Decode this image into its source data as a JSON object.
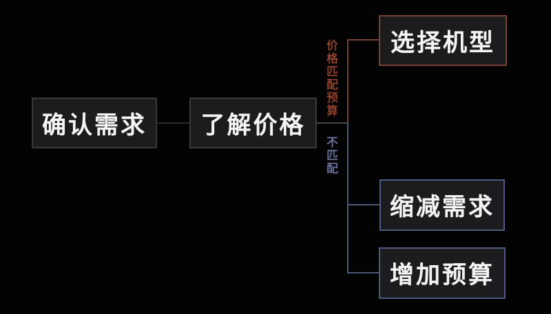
{
  "diagram": {
    "title": "purchase-decision-flowchart",
    "background_color": "#030303",
    "node_background_color": "#1c1b1d",
    "node_text_color": "#f4f4f4",
    "accent_red": "#7a4136",
    "accent_blue": "#4f5a82",
    "nodes": [
      {
        "id": "confirm",
        "label": "确认需求",
        "border_color": "#39393c"
      },
      {
        "id": "price",
        "label": "了解价格",
        "border_color": "#39393c"
      },
      {
        "id": "select",
        "label": "选择机型",
        "border_color": "#7a4136"
      },
      {
        "id": "reduce",
        "label": "缩减需求",
        "border_color": "#4f5a82"
      },
      {
        "id": "budget",
        "label": "增加预算",
        "border_color": "#4f5a82"
      }
    ],
    "edges": [
      {
        "from": "confirm",
        "to": "price",
        "label": "",
        "color": "#2c2c2e"
      },
      {
        "from": "price",
        "to": "select",
        "label": "价格匹配预算",
        "color": "#7b4136"
      },
      {
        "from": "price",
        "to": "reduce",
        "label": "不匹配",
        "color": "#4d5878"
      },
      {
        "from": "price",
        "to": "budget",
        "label": "不匹配",
        "color": "#4d5878"
      }
    ],
    "edge_labels": {
      "match": {
        "text": "价格匹配预算",
        "color": "#a94e3a"
      },
      "nomatch": {
        "text": "不匹配",
        "color": "#7f88b5"
      }
    }
  }
}
